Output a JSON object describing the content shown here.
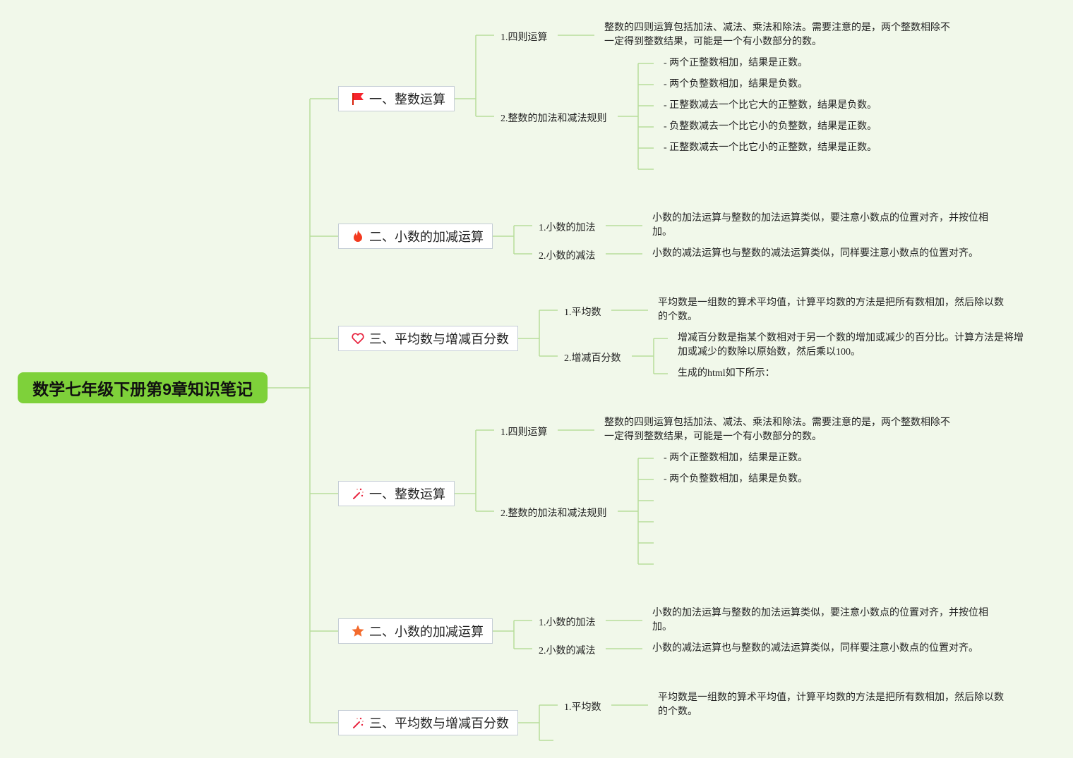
{
  "root": {
    "title": "数学七年级下册第9章知识笔记"
  },
  "colors": {
    "background": "#f1f8ea",
    "root_fill": "#7ed13a",
    "connector": "#b7dd9b"
  },
  "topics": [
    {
      "label": "一、整数运算",
      "icon": "flag-icon",
      "children": [
        {
          "label": "1.四则运算",
          "notes": [
            "整数的四则运算包括加法、减法、乘法和除法。需要注意的是，两个整数相除不一定得到整数结果，可能是一个有小数部分的数。"
          ]
        },
        {
          "label": "2.整数的加法和减法规则",
          "notes": [
            "- 两个正整数相加，结果是正数。",
            "- 两个负整数相加，结果是负数。",
            "- 正整数减去一个比它大的正整数，结果是负数。",
            "- 负整数减去一个比它小的负整数，结果是正数。",
            "- 正整数减去一个比它小的正整数，结果是正数。"
          ]
        }
      ]
    },
    {
      "label": "二、小数的加减运算",
      "icon": "fire-icon",
      "children": [
        {
          "label": "1.小数的加法",
          "notes": [
            "小数的加法运算与整数的加法运算类似，要注意小数点的位置对齐，并按位相加。"
          ]
        },
        {
          "label": "2.小数的减法",
          "notes": [
            "小数的减法运算也与整数的减法运算类似，同样要注意小数点的位置对齐。"
          ]
        }
      ]
    },
    {
      "label": "三、平均数与增减百分数",
      "icon": "heart-icon",
      "children": [
        {
          "label": "1.平均数",
          "notes": [
            "平均数是一组数的算术平均值，计算平均数的方法是把所有数相加，然后除以数的个数。"
          ]
        },
        {
          "label": "2.增减百分数",
          "notes": [
            "增减百分数是指某个数相对于另一个数的增加或减少的百分比。计算方法是将增加或减少的数除以原始数，然后乘以100。",
            "生成的html如下所示："
          ]
        }
      ]
    },
    {
      "label": "一、整数运算",
      "icon": "magic-wand-icon",
      "children": [
        {
          "label": "1.四则运算",
          "notes": [
            "整数的四则运算包括加法、减法、乘法和除法。需要注意的是，两个整数相除不一定得到整数结果，可能是一个有小数部分的数。"
          ]
        },
        {
          "label": "2.整数的加法和减法规则",
          "notes": [
            "- 两个正整数相加，结果是正数。",
            "- 两个负整数相加，结果是负数。"
          ]
        }
      ]
    },
    {
      "label": "二、小数的加减运算",
      "icon": "star-icon",
      "children": [
        {
          "label": "1.小数的加法",
          "notes": [
            "小数的加法运算与整数的加法运算类似，要注意小数点的位置对齐，并按位相加。"
          ]
        },
        {
          "label": "2.小数的减法",
          "notes": [
            "小数的减法运算也与整数的减法运算类似，同样要注意小数点的位置对齐。"
          ]
        }
      ]
    },
    {
      "label": "三、平均数与增减百分数",
      "icon": "magic-wand-icon",
      "children": [
        {
          "label": "1.平均数",
          "notes": [
            "平均数是一组数的算术平均值，计算平均数的方法是把所有数相加，然后除以数的个数。"
          ]
        }
      ]
    }
  ]
}
